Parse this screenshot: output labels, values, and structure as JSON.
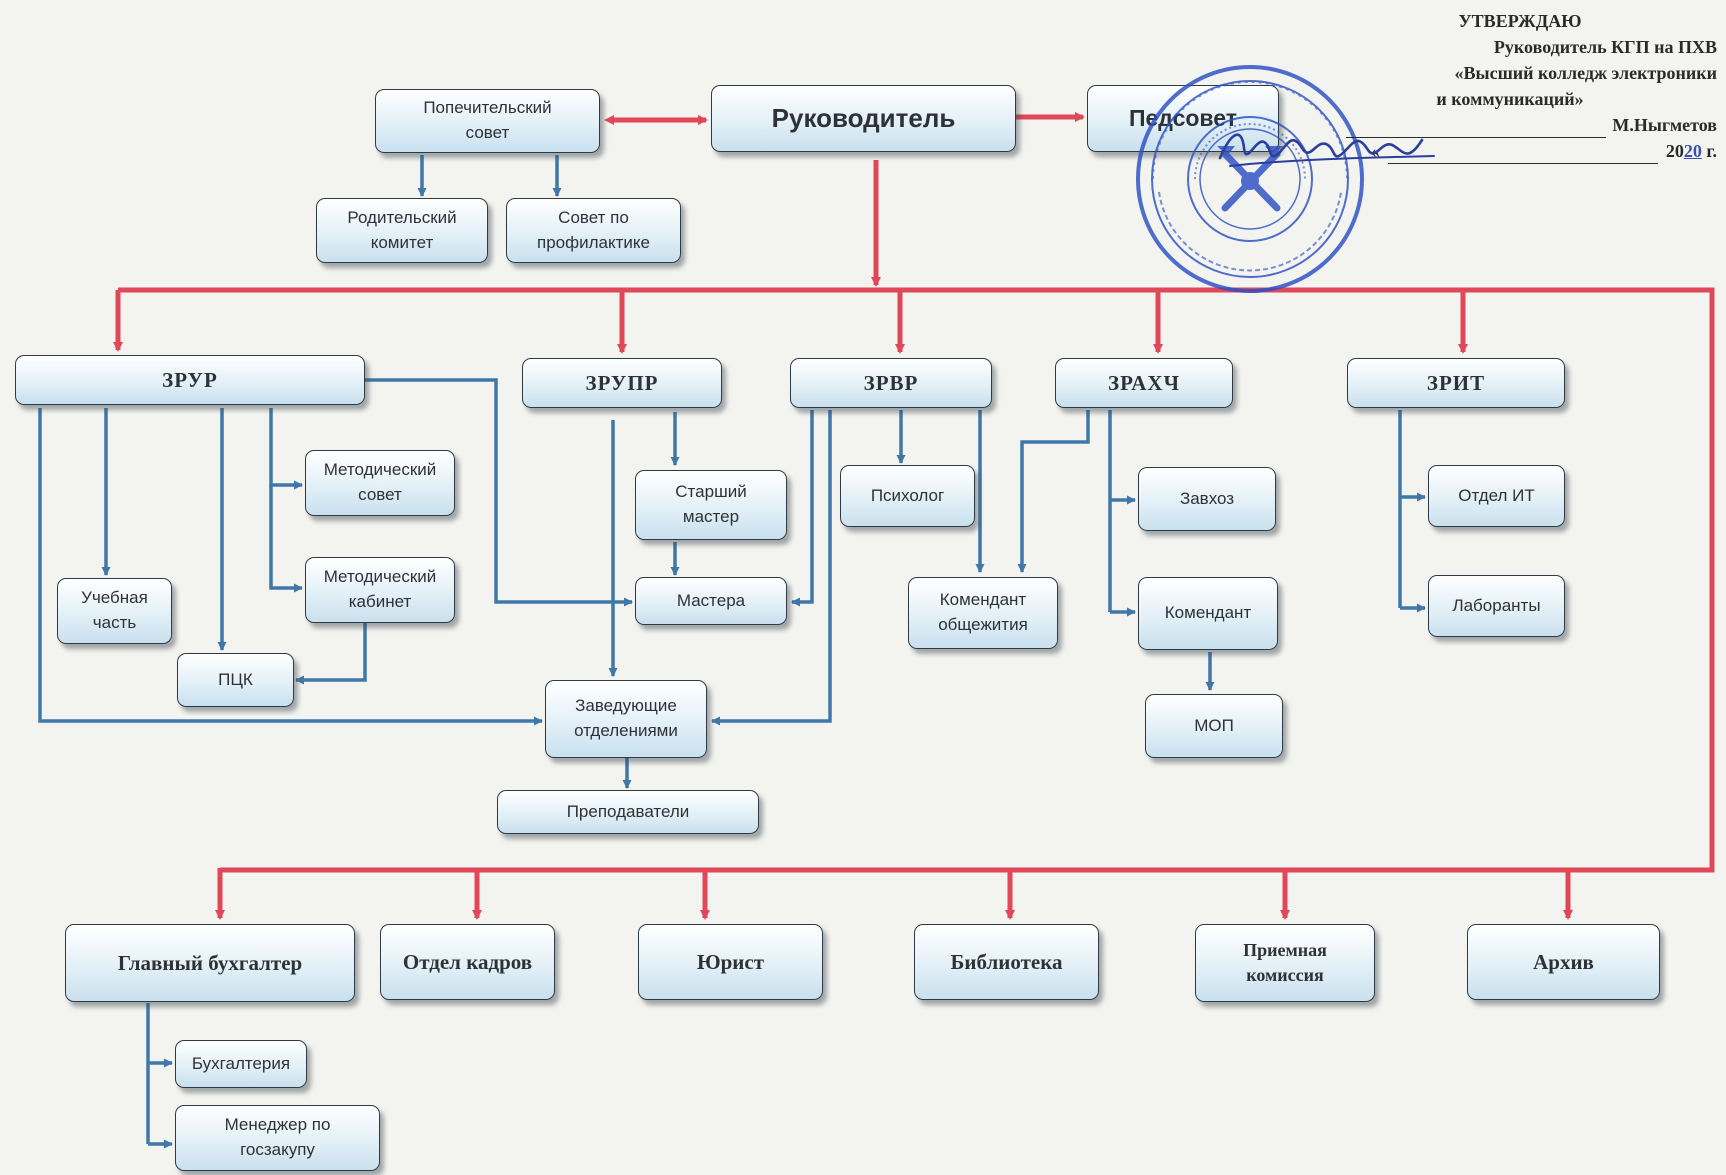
{
  "approval": {
    "title": "УТВЕРЖДАЮ",
    "line1": "Руководитель КГП на ПХВ",
    "line2": "«Высший колледж электроники",
    "line3": "и коммуникаций»",
    "signer": "М.Ныгметов",
    "date_quote": "«",
    "year_prefix": "20",
    "year_suffix": "20",
    "year_unit": "г."
  },
  "top": {
    "board": "Попечительский\nсовет",
    "head": "Руководитель",
    "ped_council": "Педсовет",
    "parent_committee": "Родительский\nкомитет",
    "prevention_council": "Совет  по\nпрофилактике"
  },
  "deputies": {
    "zrur": "ЗРУР",
    "zrupr": "ЗРУПР",
    "zrvr": "ЗРВР",
    "zrahch": "ЗРАХЧ",
    "zrit": "ЗРИТ"
  },
  "units": {
    "method_council": "Методический\nсовет",
    "method_office": "Методический\nкабинет",
    "academic_part": "Учебная\nчасть",
    "pck": "ПЦК",
    "senior_master": "Старший\nмастер",
    "masters": "Мастера",
    "heads_departments": "Заведующие\nотделениями",
    "teachers": "Преподаватели",
    "psychologist": "Психолог",
    "dorm_commandant": "Комендант\nобщежития",
    "supply_manager": "Завхоз",
    "commandant": "Комендант",
    "mop": "МОП",
    "it_department": "Отдел ИТ",
    "lab_assistants": "Лаборанты"
  },
  "services": {
    "chief_accountant": "Главный бухгалтер",
    "hr": "Отдел кадров",
    "lawyer": "Юрист",
    "library": "Библиотека",
    "admission": "Приемная\nкомиссия",
    "archive": "Архив"
  },
  "accounting": {
    "bookkeeping": "Бухгалтерия",
    "procurement": "Менеджер по\nгосзакупу"
  },
  "colors": {
    "primary_line": "#e0485a",
    "secondary_line": "#3f78a8",
    "seal": "#2b4fc4",
    "signature": "#2b3f9c"
  }
}
